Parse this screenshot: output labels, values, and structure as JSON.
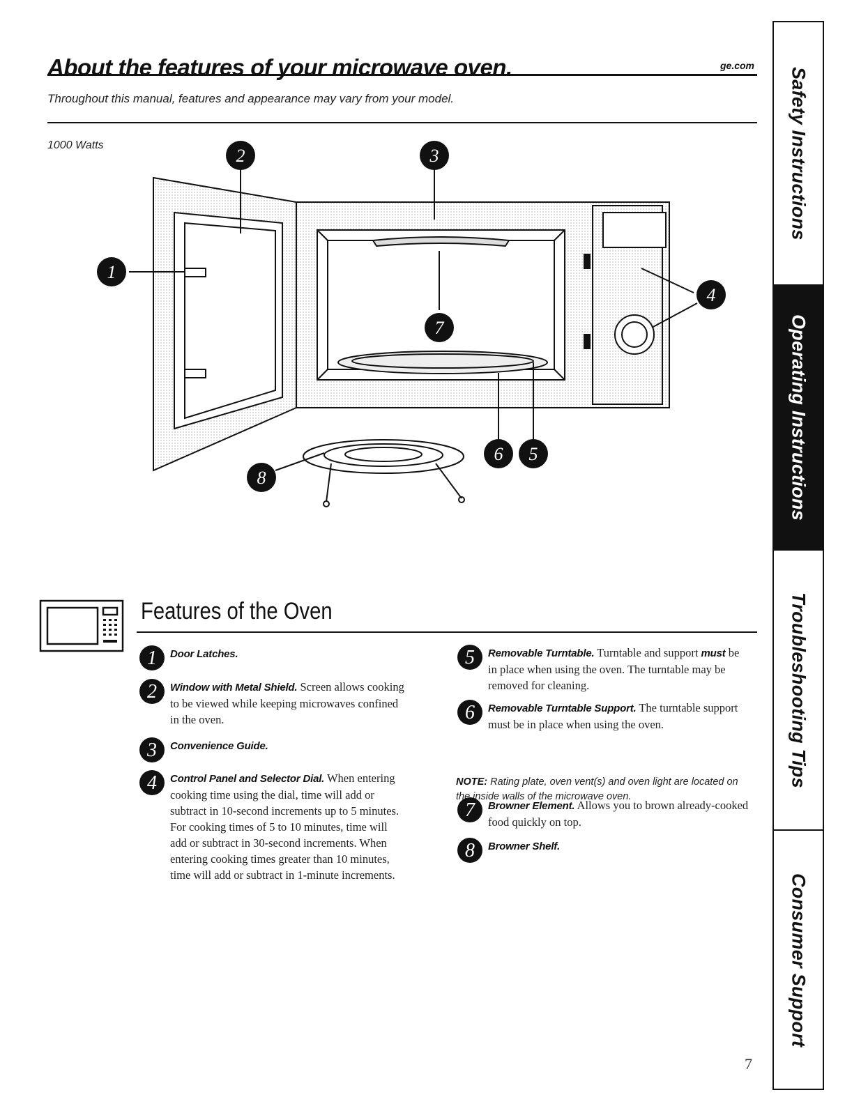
{
  "header": {
    "title": "About the features of your microwave oven.",
    "site": "ge.com",
    "subtitle": "Throughout this manual, features and appearance may vary from your model.",
    "watts": "1000 Watts"
  },
  "diagram": {
    "callouts": [
      "1",
      "2",
      "3",
      "4",
      "5",
      "6",
      "7",
      "8"
    ]
  },
  "section": {
    "title": "Features of the Oven"
  },
  "features": [
    {
      "num": "1",
      "name": "Door Latches.",
      "desc": ""
    },
    {
      "num": "2",
      "name": "Window with Metal Shield.",
      "desc": " Screen allows cooking to be viewed while keeping microwaves confined in the oven."
    },
    {
      "num": "3",
      "name": "Convenience Guide.",
      "desc": ""
    },
    {
      "num": "4",
      "name": "Control Panel and Selector Dial.",
      "desc": " When entering cooking time using the dial, time will add or subtract in 10-second increments up to 5 minutes. For cooking times of 5 to 10 minutes, time will add or subtract in 30-second increments. When entering cooking times greater than 10 minutes, time will add or subtract in 1-minute increments."
    },
    {
      "num": "5",
      "name": "Removable Turntable.",
      "desc_pre": " Turntable and support ",
      "desc_em": "must",
      "desc": " be in place when using the oven. The turntable may be removed for cleaning."
    },
    {
      "num": "6",
      "name": "Removable Turntable Support.",
      "desc": " The turntable support must be in place when using the oven."
    },
    {
      "num": "7",
      "name": "Browner Element.",
      "desc": " Allows you to brown already-cooked food quickly on top."
    },
    {
      "num": "8",
      "name": "Browner Shelf.",
      "desc": ""
    }
  ],
  "note": {
    "label": "NOTE:",
    "text": " Rating plate, oven vent(s) and oven light are located on the inside walls of the microwave oven."
  },
  "tabs": [
    "Safety Instructions",
    "Operating Instructions",
    "Troubleshooting Tips",
    "Consumer Support"
  ],
  "page_number": "7"
}
